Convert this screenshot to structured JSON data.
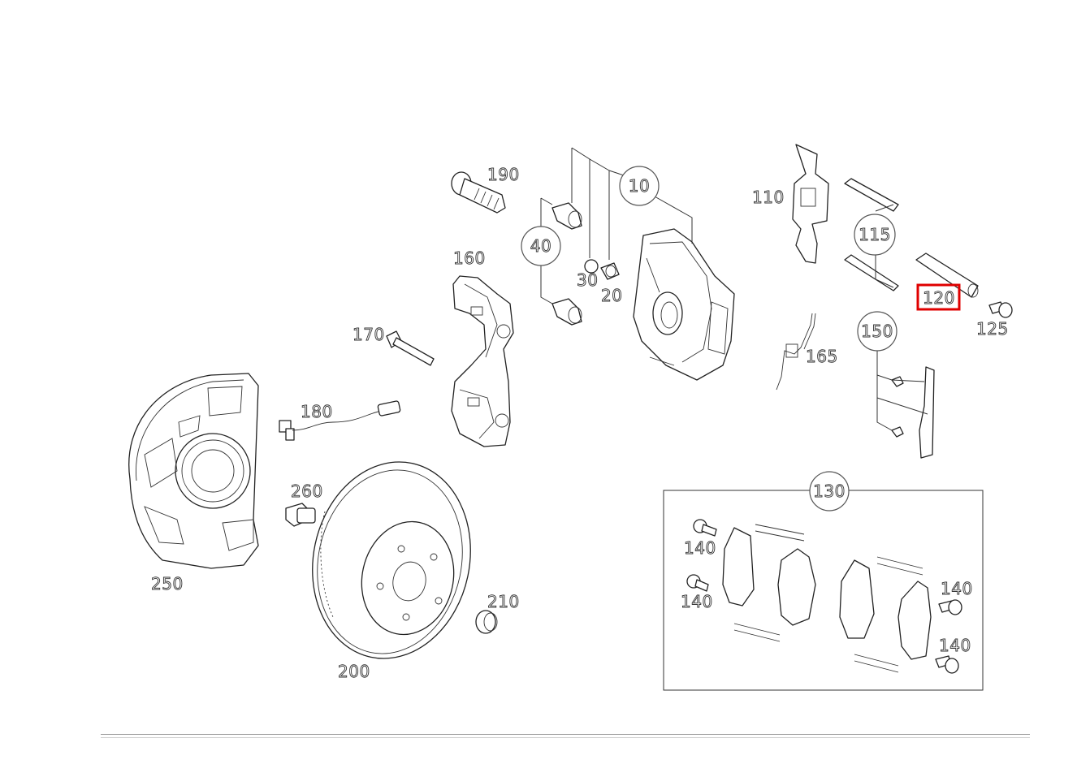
{
  "callouts": {
    "c10": "10",
    "c40": "40",
    "c115": "115",
    "c150": "150",
    "c130": "130"
  },
  "labels": {
    "l190": "190",
    "l160": "160",
    "l30": "30",
    "l20": "20",
    "l110": "110",
    "l120": "120",
    "l125": "125",
    "l165": "165",
    "l170": "170",
    "l180": "180",
    "l250": "250",
    "l260": "260",
    "l200": "200",
    "l210": "210",
    "l140a": "140",
    "l140b": "140",
    "l140c": "140",
    "l140d": "140"
  },
  "highlight": {
    "part": "120",
    "color": "#e00000"
  }
}
